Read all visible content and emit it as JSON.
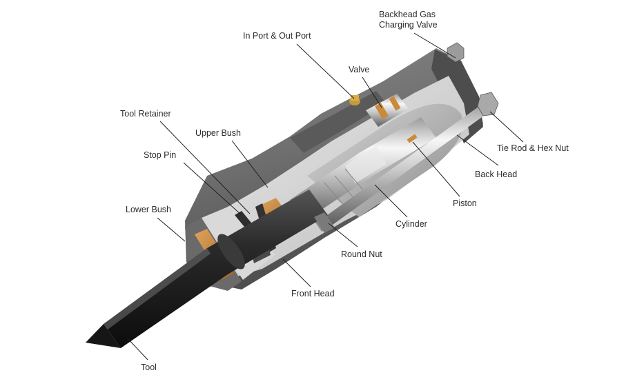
{
  "diagram": {
    "subject": "Hydraulic breaker cutaway",
    "labels": {
      "backhead_gas_line1": "Backhead Gas",
      "backhead_gas_line2": "Charging Valve",
      "in_out_port": "In Port & Out Port",
      "valve": "Valve",
      "tool_retainer": "Tool Retainer",
      "upper_bush": "Upper Bush",
      "stop_pin": "Stop Pin",
      "lower_bush": "Lower Bush",
      "tie_rod": "Tie Rod & Hex Nut",
      "back_head": "Back Head",
      "piston": "Piston",
      "cylinder": "Cylinder",
      "round_nut": "Round Nut",
      "front_head": "Front Head",
      "tool": "Tool"
    }
  }
}
